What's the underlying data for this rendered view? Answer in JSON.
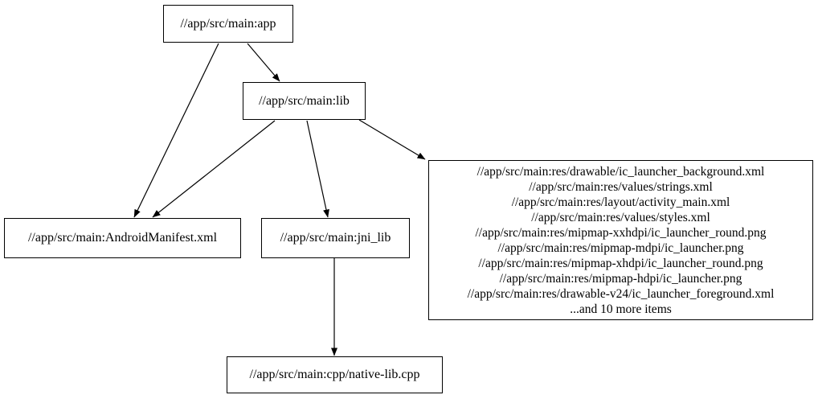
{
  "diagram": {
    "type": "dependency-graph",
    "background_color": "#ffffff",
    "node_fill_color": "#ffffff",
    "node_border_color": "#000000",
    "edge_color": "#000000",
    "text_color": "#000000",
    "nodes": {
      "app": {
        "label": "//app/src/main:app"
      },
      "lib": {
        "label": "//app/src/main:lib"
      },
      "manifest": {
        "label": "//app/src/main:AndroidManifest.xml"
      },
      "jni_lib": {
        "label": "//app/src/main:jni_lib"
      },
      "res_files": {
        "lines": [
          "//app/src/main:res/drawable/ic_launcher_background.xml",
          "//app/src/main:res/values/strings.xml",
          "//app/src/main:res/layout/activity_main.xml",
          "//app/src/main:res/values/styles.xml",
          "//app/src/main:res/mipmap-xxhdpi/ic_launcher_round.png",
          "//app/src/main:res/mipmap-mdpi/ic_launcher.png",
          "//app/src/main:res/mipmap-xhdpi/ic_launcher_round.png",
          "//app/src/main:res/mipmap-hdpi/ic_launcher.png",
          "//app/src/main:res/drawable-v24/ic_launcher_foreground.xml",
          "...and 10 more items"
        ]
      },
      "native_cpp": {
        "label": "//app/src/main:cpp/native-lib.cpp"
      }
    },
    "edges": [
      {
        "from": "//app/src/main:app",
        "to": "//app/src/main:AndroidManifest.xml"
      },
      {
        "from": "//app/src/main:app",
        "to": "//app/src/main:lib"
      },
      {
        "from": "//app/src/main:lib",
        "to": "//app/src/main:AndroidManifest.xml"
      },
      {
        "from": "//app/src/main:lib",
        "to": "//app/src/main:jni_lib"
      },
      {
        "from": "//app/src/main:lib",
        "to": "res_files_group"
      },
      {
        "from": "//app/src/main:jni_lib",
        "to": "//app/src/main:cpp/native-lib.cpp"
      }
    ]
  }
}
